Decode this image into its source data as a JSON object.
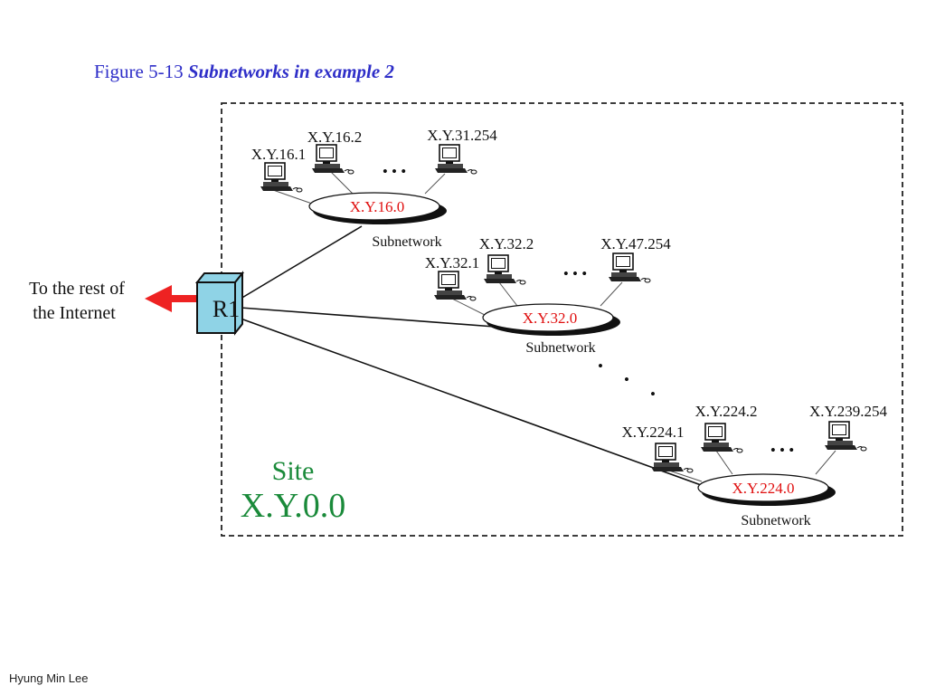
{
  "title": {
    "prefix": "Figure  5-13 ",
    "emphasis": "Subnetworks in example 2"
  },
  "footer": "Hyung Min Lee",
  "colors": {
    "title": "#2e2ec8",
    "network_label": "#e01010",
    "site": "#1a8a3a",
    "router": "#8fd3e6",
    "arrow": "#ee2222"
  },
  "external": {
    "line1": "To the rest of",
    "line2": "the Internet"
  },
  "router": {
    "label": "R1"
  },
  "site": {
    "label": "Site",
    "address": "X.Y.0.0"
  },
  "subnets": [
    {
      "network": "X.Y.16.0",
      "caption": "Subnetwork",
      "hosts": [
        "X.Y.16.1",
        "X.Y.16.2",
        "X.Y.31.254"
      ],
      "ellipsis": "• • •"
    },
    {
      "network": "X.Y.32.0",
      "caption": "Subnetwork",
      "hosts": [
        "X.Y.32.1",
        "X.Y.32.2",
        "X.Y.47.254"
      ],
      "ellipsis": "• • •"
    },
    {
      "network": "X.Y.224.0",
      "caption": "Subnetwork",
      "hosts": [
        "X.Y.224.1",
        "X.Y.224.2",
        "X.Y.239.254"
      ],
      "ellipsis": "• • •"
    }
  ],
  "between_ellipsis": "•"
}
